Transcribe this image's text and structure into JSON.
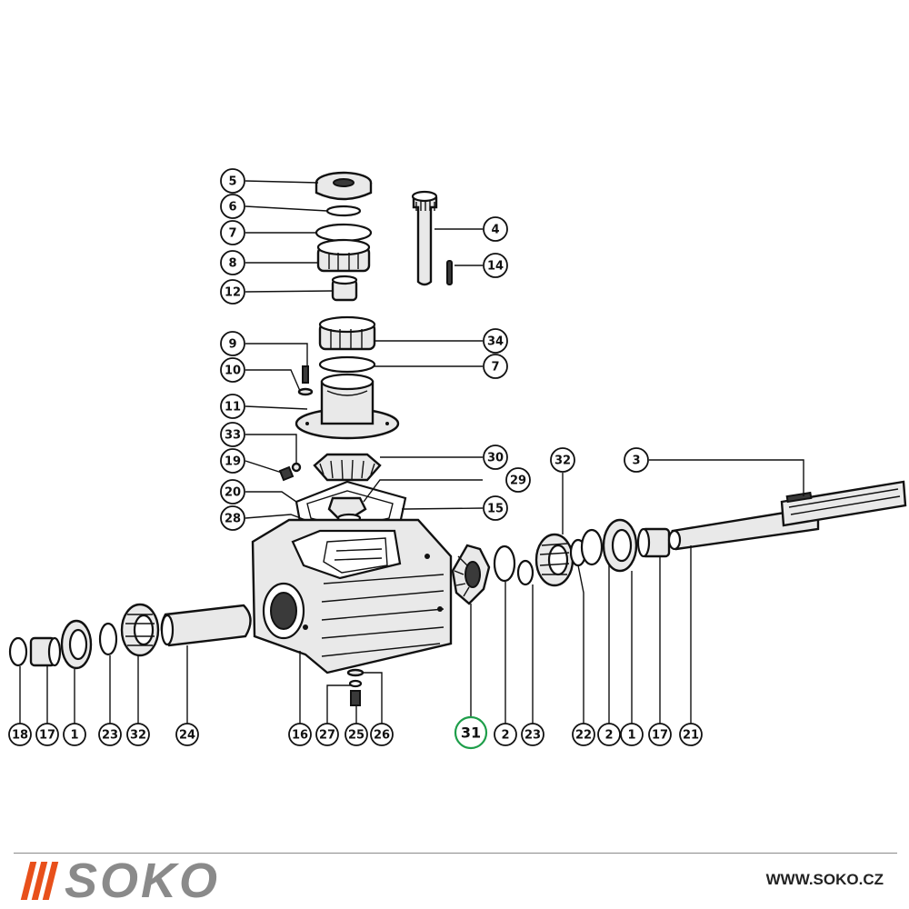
{
  "brand": {
    "logo_text": "SOKO",
    "url": "WWW.SOKO.CZ",
    "accent_color": "#e8501b",
    "logo_text_color": "#8a8a8a"
  },
  "highlight_color": "#1e9e4a",
  "callouts": [
    {
      "id": "c5",
      "label": "5"
    },
    {
      "id": "c6",
      "label": "6"
    },
    {
      "id": "c7a",
      "label": "7"
    },
    {
      "id": "c8",
      "label": "8"
    },
    {
      "id": "c12",
      "label": "12"
    },
    {
      "id": "c4",
      "label": "4"
    },
    {
      "id": "c14",
      "label": "14"
    },
    {
      "id": "c9",
      "label": "9"
    },
    {
      "id": "c10",
      "label": "10"
    },
    {
      "id": "c34",
      "label": "34"
    },
    {
      "id": "c7b",
      "label": "7"
    },
    {
      "id": "c11",
      "label": "11"
    },
    {
      "id": "c33",
      "label": "33"
    },
    {
      "id": "c19",
      "label": "19"
    },
    {
      "id": "c30",
      "label": "30"
    },
    {
      "id": "c20",
      "label": "20"
    },
    {
      "id": "c29",
      "label": "29"
    },
    {
      "id": "c28",
      "label": "28"
    },
    {
      "id": "c15",
      "label": "15"
    },
    {
      "id": "c32a",
      "label": "32"
    },
    {
      "id": "c3",
      "label": "3"
    },
    {
      "id": "c18",
      "label": "18"
    },
    {
      "id": "c17a",
      "label": "17"
    },
    {
      "id": "c1a",
      "label": "1"
    },
    {
      "id": "c23a",
      "label": "23"
    },
    {
      "id": "c32b",
      "label": "32"
    },
    {
      "id": "c24",
      "label": "24"
    },
    {
      "id": "c16",
      "label": "16"
    },
    {
      "id": "c27",
      "label": "27"
    },
    {
      "id": "c25",
      "label": "25"
    },
    {
      "id": "c26",
      "label": "26"
    },
    {
      "id": "c31",
      "label": "31",
      "highlighted": true
    },
    {
      "id": "c2a",
      "label": "2"
    },
    {
      "id": "c23b",
      "label": "23"
    },
    {
      "id": "c22",
      "label": "22"
    },
    {
      "id": "c2b",
      "label": "2"
    },
    {
      "id": "c1b",
      "label": "1"
    },
    {
      "id": "c17b",
      "label": "17"
    },
    {
      "id": "c21",
      "label": "21"
    }
  ]
}
